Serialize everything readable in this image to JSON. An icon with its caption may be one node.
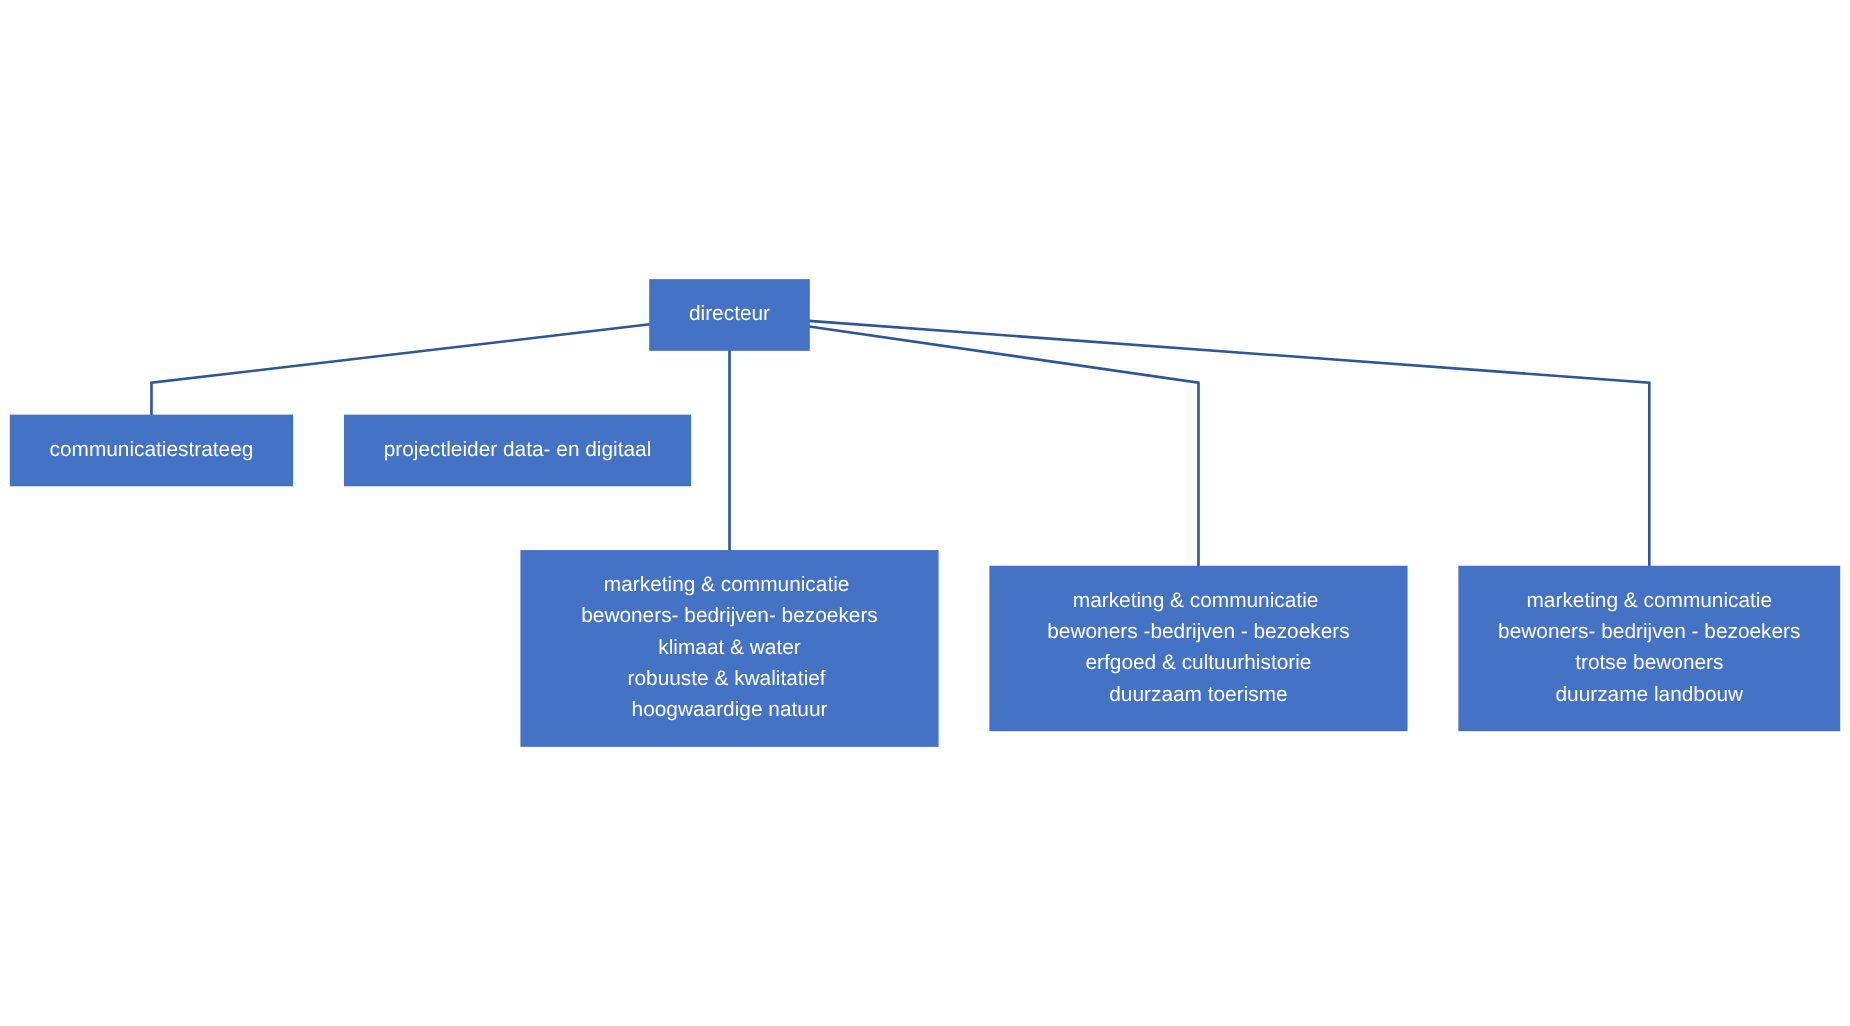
{
  "diagram": {
    "nodes": [
      {
        "text": [
          "directeur"
        ]
      },
      {
        "text": [
          "communicatiestrateeg"
        ]
      },
      {
        "text": [
          "projectleider data- en digitaal"
        ]
      },
      {
        "text": [
          "marketing & communicatie bewoners- bedrijven- bezoekers",
          "klimaat & water",
          "robuuste & kwalitatief hoogwaardige natuur"
        ]
      },
      {
        "text": [
          "marketing & communicatie bewoners -bedrijven - bezoekers",
          "erfgoed & cultuurhistorie",
          "duurzaam toerisme"
        ]
      },
      {
        "text": [
          "marketing & communicatie",
          "bewoners- bedrijven - bezoekers",
          "trotse bewoners",
          "duurzame landbouw"
        ]
      }
    ],
    "edges": [
      {
        "from": 0,
        "to": 1,
        "arrow": "none"
      },
      {
        "from": 0,
        "to": 3,
        "arrow": "none"
      },
      {
        "from": 0,
        "to": 4,
        "arrow": "none"
      },
      {
        "from": 0,
        "to": 5,
        "arrow": "none"
      }
    ]
  }
}
